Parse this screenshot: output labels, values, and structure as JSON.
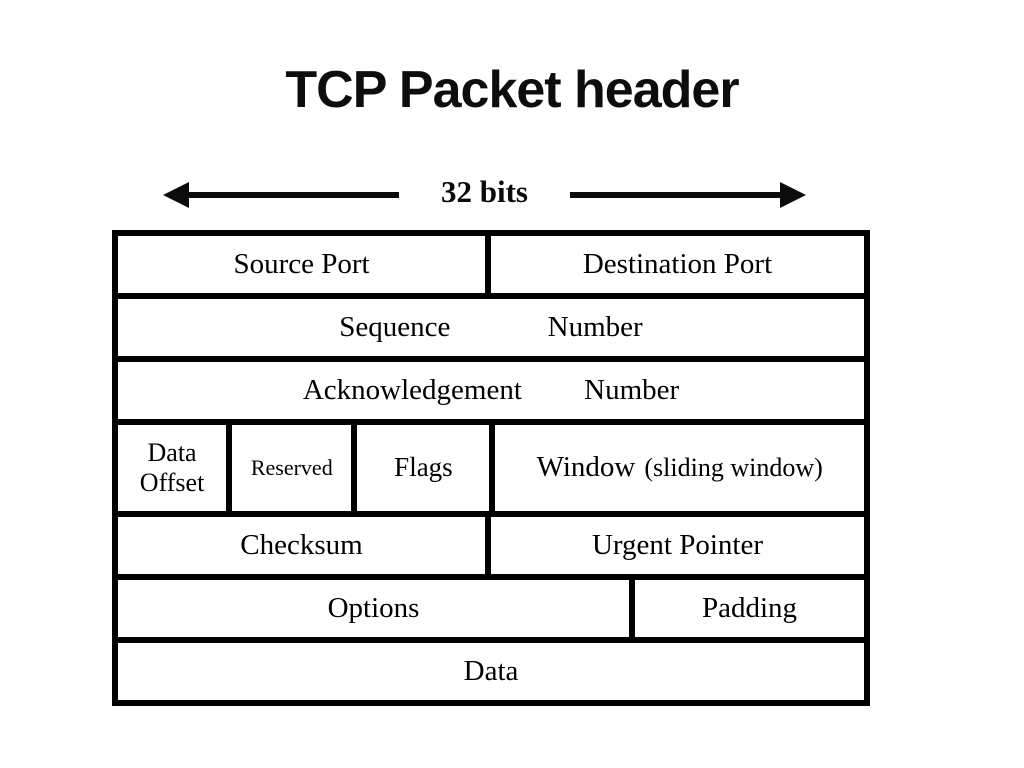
{
  "title": "TCP Packet header",
  "scale_label": "32 bits",
  "fields": {
    "source_port": "Source Port",
    "destination_port": "Destination Port",
    "sequence": "Sequence Number",
    "acknowledgement": "Acknowledgement Number",
    "data_offset": "Data Offset",
    "reserved": "Reserved",
    "flags": "Flags",
    "window": "Window",
    "window_note": "(sliding window)",
    "checksum": "Checksum",
    "urgent_pointer": "Urgent Pointer",
    "options": "Options",
    "padding": "Padding",
    "data": "Data"
  },
  "colors": {
    "border": "#000000",
    "background": "#ffffff",
    "text": "#000000"
  }
}
